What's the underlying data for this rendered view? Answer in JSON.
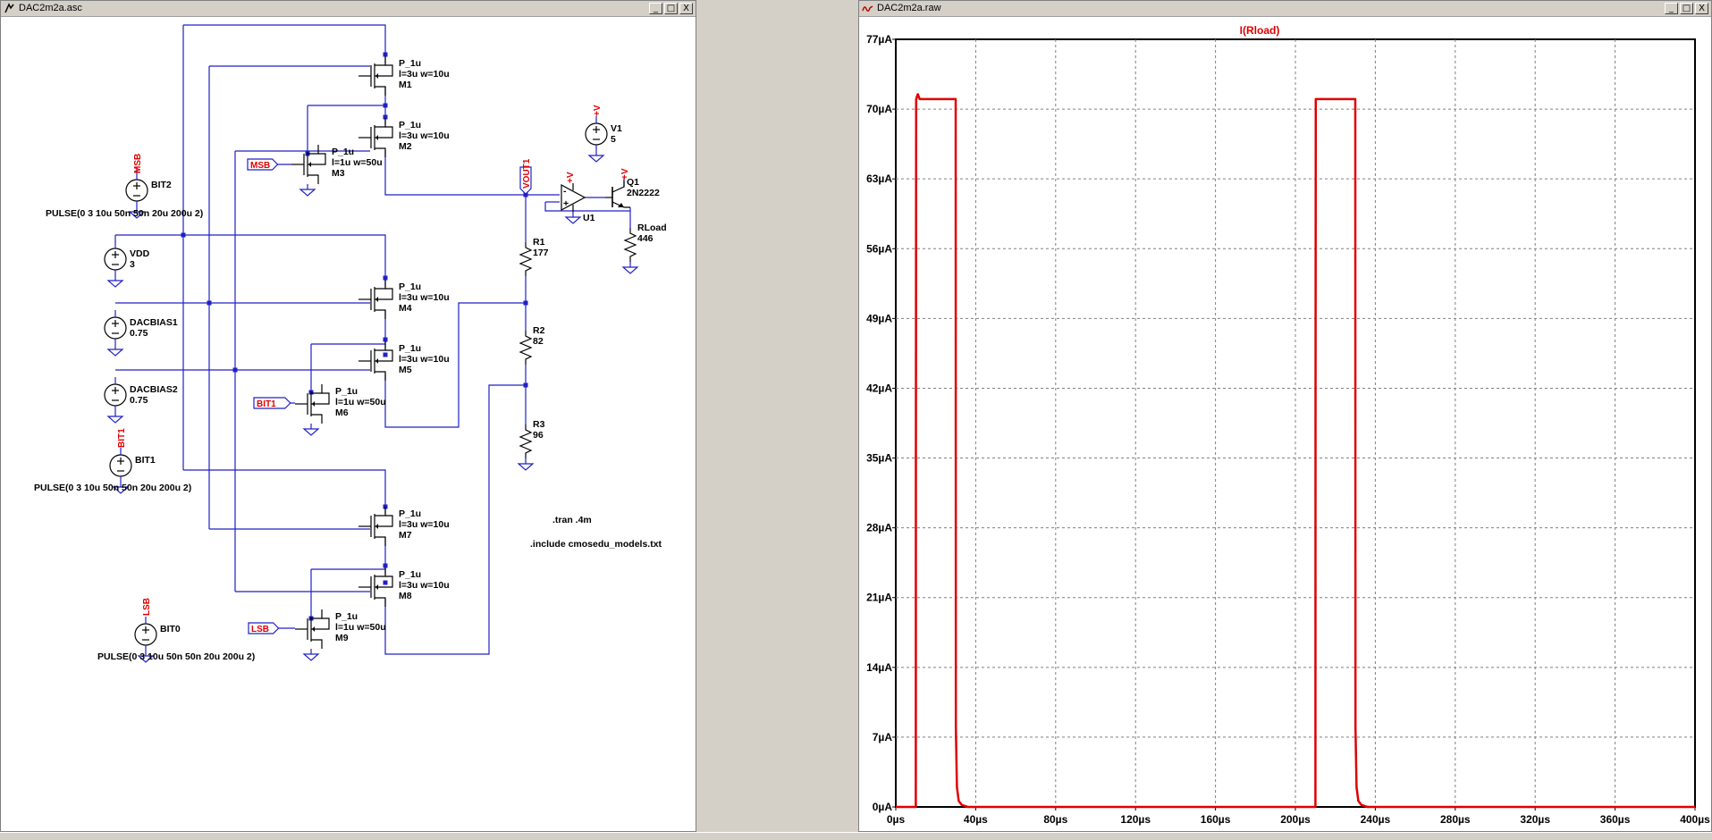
{
  "schematic_window": {
    "title": "DAC2m2a.asc"
  },
  "waveform_window": {
    "title": "DAC2m2a.raw"
  },
  "window_buttons": {
    "minimize": "_",
    "restore": "□",
    "close": "X"
  },
  "schematic": {
    "transistors": [
      {
        "id": "M1",
        "model": "P_1u",
        "size": "l=3u w=10u"
      },
      {
        "id": "M2",
        "model": "P_1u",
        "size": "l=3u w=10u"
      },
      {
        "id": "M3",
        "model": "P_1u",
        "size": "l=1u w=50u"
      },
      {
        "id": "M4",
        "model": "P_1u",
        "size": "l=3u w=10u"
      },
      {
        "id": "M5",
        "model": "P_1u",
        "size": "l=3u w=10u"
      },
      {
        "id": "M6",
        "model": "P_1u",
        "size": "l=1u w=50u"
      },
      {
        "id": "M7",
        "model": "P_1u",
        "size": "l=3u w=10u"
      },
      {
        "id": "M8",
        "model": "P_1u",
        "size": "l=3u w=10u"
      },
      {
        "id": "M9",
        "model": "P_1u",
        "size": "l=1u w=50u"
      }
    ],
    "sources": [
      {
        "id": "BIT2",
        "value": "PULSE(0 3 10u 50n 50n 20u 200u 2)",
        "net": "MSB"
      },
      {
        "id": "VDD",
        "value": "3"
      },
      {
        "id": "DACBIAS1",
        "value": "0.75"
      },
      {
        "id": "DACBIAS2",
        "value": "0.75"
      },
      {
        "id": "BIT1",
        "value": "PULSE(0 3 10u 50n 50n 20u 200u 2)",
        "net": "BIT1"
      },
      {
        "id": "BIT0",
        "value": "PULSE(0 3 10u 50n 50n 20u 200u 2)",
        "net": "LSB"
      },
      {
        "id": "V1",
        "value": "5",
        "net": "+V"
      }
    ],
    "resistors": [
      {
        "id": "R1",
        "value": "177"
      },
      {
        "id": "R2",
        "value": "82"
      },
      {
        "id": "R3",
        "value": "96"
      },
      {
        "id": "RLoad",
        "value": "446"
      }
    ],
    "opamp": {
      "id": "U1",
      "supply": "+V"
    },
    "bjt": {
      "id": "Q1",
      "model": "2N2222",
      "supply": "+V"
    },
    "net_labels": {
      "vout": "VOUT1",
      "msb": "MSB",
      "bit1": "BIT1",
      "lsb": "LSB"
    },
    "directives": [
      ".tran .4m",
      ".include cmosedu_models.txt"
    ]
  },
  "chart_data": {
    "type": "line",
    "title": "I(Rload)",
    "xlabel": "",
    "ylabel": "",
    "xlim": [
      0,
      400
    ],
    "ylim": [
      0,
      77
    ],
    "x_ticks": [
      "0µs",
      "40µs",
      "80µs",
      "120µs",
      "160µs",
      "200µs",
      "240µs",
      "280µs",
      "320µs",
      "360µs",
      "400µs"
    ],
    "y_ticks": [
      "0µA",
      "7µA",
      "14µA",
      "21µA",
      "28µA",
      "35µA",
      "42µA",
      "49µA",
      "56µA",
      "63µA",
      "70µA",
      "77µA"
    ],
    "grid": true,
    "series": [
      {
        "name": "I(Rload)",
        "color": "#e00000",
        "points": [
          [
            0,
            0
          ],
          [
            10,
            0
          ],
          [
            10.05,
            35
          ],
          [
            10.2,
            71
          ],
          [
            11,
            71.5
          ],
          [
            12,
            71
          ],
          [
            30,
            71
          ],
          [
            30.05,
            8
          ],
          [
            30.6,
            2
          ],
          [
            31.5,
            0.6
          ],
          [
            33,
            0.2
          ],
          [
            36,
            0
          ],
          [
            210,
            0
          ],
          [
            210.05,
            38
          ],
          [
            210.2,
            71
          ],
          [
            230,
            71
          ],
          [
            230.05,
            8
          ],
          [
            230.6,
            2
          ],
          [
            231.5,
            0.6
          ],
          [
            233,
            0.2
          ],
          [
            236,
            0
          ],
          [
            400,
            0
          ]
        ]
      }
    ]
  }
}
